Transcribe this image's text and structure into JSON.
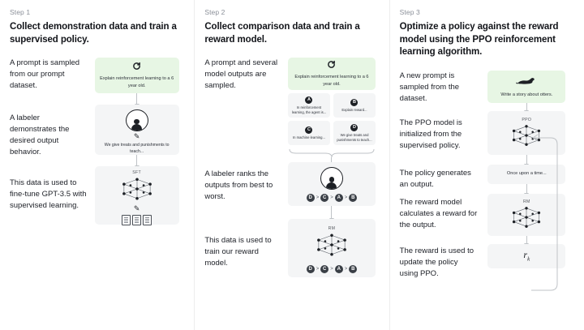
{
  "diagram": {
    "title": "InstructGPT / RLHF three-step training diagram",
    "accent_green": "#e7f6e4",
    "card_gray": "#f4f5f6",
    "arrow_gray": "#bfc3c7"
  },
  "steps": [
    {
      "label": "Step 1",
      "title": "Collect demonstration data and train a supervised policy.",
      "rows": [
        {
          "desc": "A prompt is sampled from our prompt dataset.",
          "card": {
            "kind": "prompt",
            "icon": "refresh-icon",
            "text": "Explain reinforcement learning to a 6 year old."
          }
        },
        {
          "desc": "A labeler demonstrates the desired output behavior.",
          "card": {
            "kind": "labeler",
            "icon": "person-icon",
            "caption": "We give treats and punishments to teach..."
          }
        },
        {
          "desc": "This data is used to fine-tune GPT-3.5 with supervised learning.",
          "card": {
            "kind": "model",
            "tag": "SFT",
            "icon": "neural-net-icon",
            "docs": 3
          }
        }
      ]
    },
    {
      "label": "Step 2",
      "title": "Collect comparison data and train a reward model.",
      "rows": [
        {
          "desc": "A prompt and several model outputs are sampled.",
          "card": {
            "kind": "prompt",
            "icon": "refresh-icon",
            "text": "Explain reinforcement learning to a 6 year old."
          },
          "options": [
            {
              "letter": "A",
              "text": "In reinforcement learning, the agent is..."
            },
            {
              "letter": "B",
              "text": "Explain reward..."
            },
            {
              "letter": "C",
              "text": "In machine learning..."
            },
            {
              "letter": "D",
              "text": "We give treats and punishments to teach..."
            }
          ]
        },
        {
          "desc": "A labeler ranks the outputs from best to worst.",
          "card": {
            "kind": "ranker",
            "icon": "person-icon",
            "ranking": [
              "D",
              "C",
              "A",
              "B"
            ],
            "separator": ">"
          }
        },
        {
          "desc": "This data is used to train our reward model.",
          "card": {
            "kind": "model",
            "tag": "RM",
            "icon": "neural-net-icon",
            "ranking": [
              "D",
              "C",
              "A",
              "B"
            ],
            "separator": ">"
          }
        }
      ]
    },
    {
      "label": "Step 3",
      "title": "Optimize a policy against the reward model using the PPO reinforcement learning algorithm.",
      "rows": [
        {
          "desc": "A new prompt is sampled from the dataset.",
          "card": {
            "kind": "prompt",
            "icon": "otter-icon",
            "text": "Write a story about otters."
          }
        },
        {
          "desc": "The PPO model is initialized from the supervised policy.",
          "card": {
            "kind": "model",
            "tag": "PPO",
            "icon": "neural-net-icon"
          }
        },
        {
          "desc": "The policy generates an output.",
          "card": {
            "kind": "output",
            "text": "Once upon a time..."
          }
        },
        {
          "desc": "The reward model calculates a reward for the output.",
          "card": {
            "kind": "model",
            "tag": "RM",
            "icon": "neural-net-icon"
          }
        },
        {
          "desc": "The reward is used to update the policy using PPO.",
          "card": {
            "kind": "reward",
            "formula": "r",
            "subscript": "k"
          }
        }
      ]
    }
  ]
}
